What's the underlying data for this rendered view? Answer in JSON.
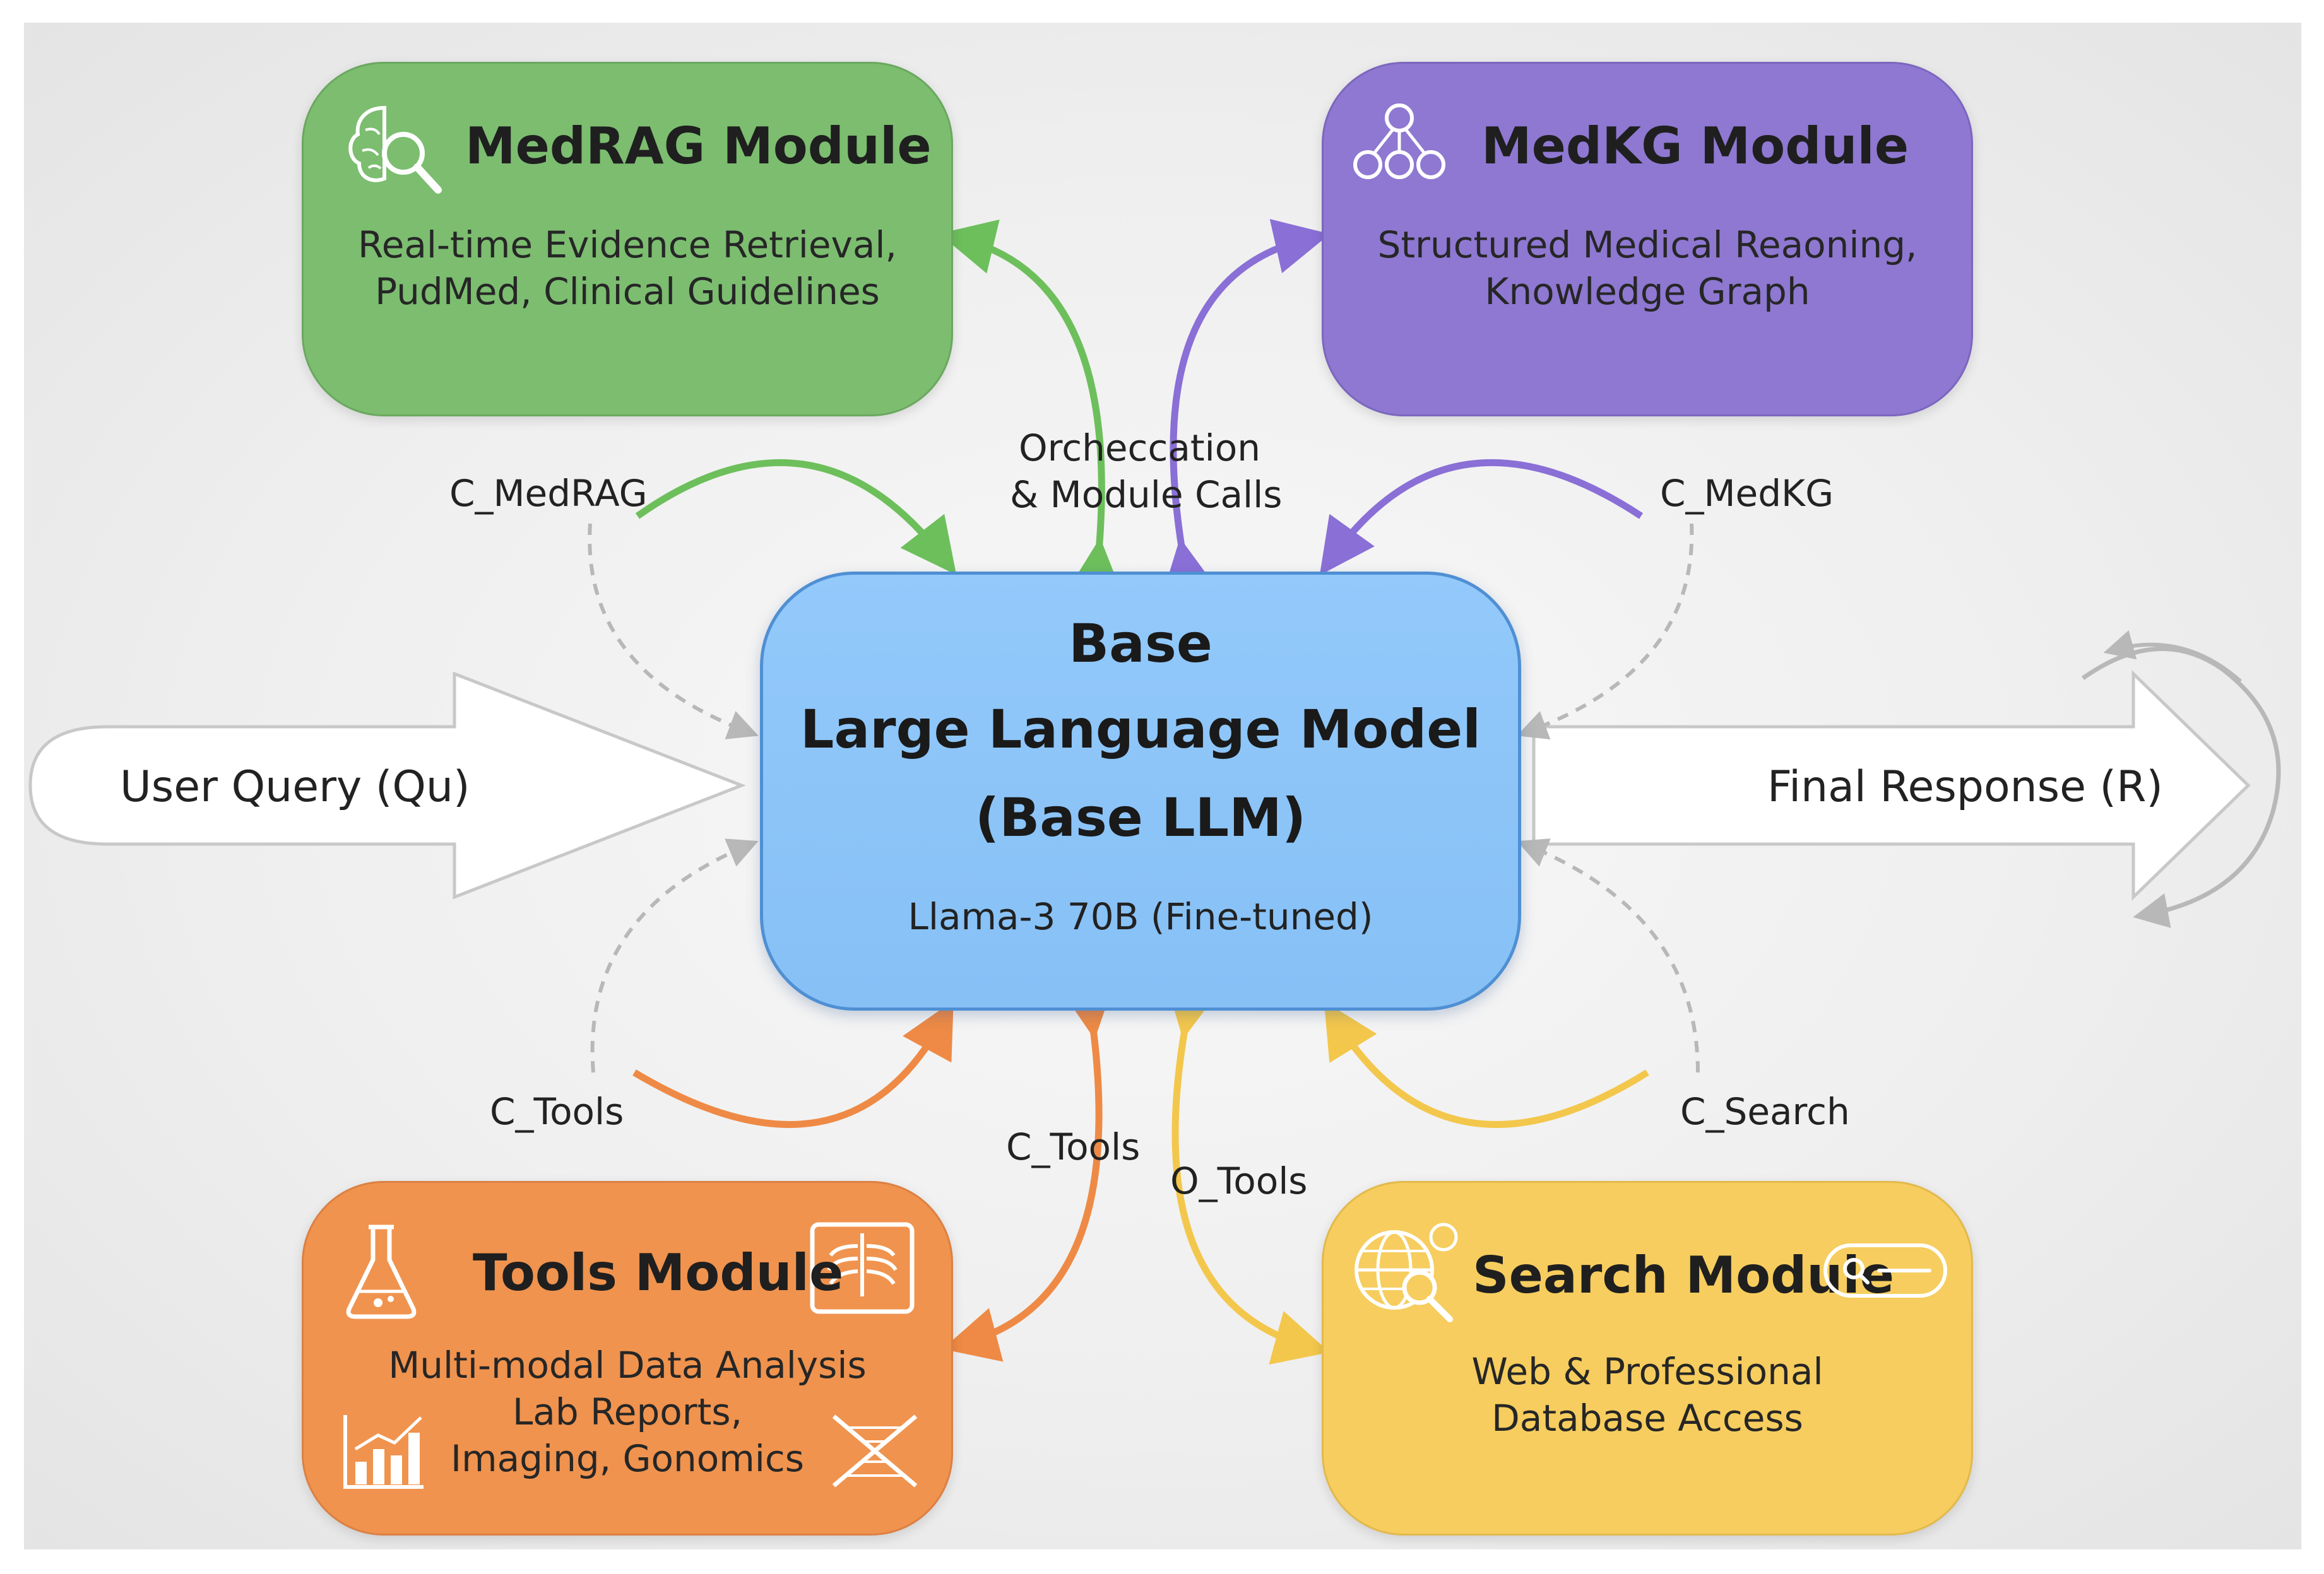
{
  "modules": {
    "medrag": {
      "title": "MedRAG Module",
      "desc_line1": "Real-time Evidence Retrieval,",
      "desc_line2": "PudMed, Clinical Guidelines",
      "icon": "brain-search-icon",
      "color": "#7cbd70"
    },
    "medkg": {
      "title": "MedKG Module",
      "desc_line1": "Structured Medical Reaoning,",
      "desc_line2": "Knowledge Graph",
      "icon": "knowledge-graph-icon",
      "color": "#8e78d1"
    },
    "tools": {
      "title": "Tools Module",
      "desc_line1": "Multi-modal Data Analysis",
      "desc_line2": "Lab Reports,",
      "desc_line3": "Imaging, Gonomics",
      "icons": [
        "flask-icon",
        "xray-icon",
        "bar-chart-icon",
        "dna-icon"
      ],
      "color": "#f0934e"
    },
    "search": {
      "title": "Search Module",
      "desc_line1": "Web & Professional",
      "desc_line2": "Database Access",
      "icons": [
        "globe-search-icon",
        "search-bar-icon"
      ],
      "color": "#f6cd5e"
    }
  },
  "llm": {
    "line1": "Base",
    "line2": "Large Language Model",
    "line3": "(Base LLM)",
    "sub": "Llama-3 70B (Fine-tuned)",
    "color": "#8cc5f8"
  },
  "io": {
    "input": "User Query (Qu)",
    "output": "Final Response (R)"
  },
  "labels": {
    "orchestration_line1": "Orcheccation",
    "orchestration_line2": "& Module Calls",
    "c_medrag": "C_MedRAG",
    "c_medkg": "C_MedKG",
    "c_tools_left": "C_Tools",
    "c_tools_center": "C_Tools",
    "o_tools": "O_Tools",
    "c_search": "C_Search"
  },
  "edge_colors": {
    "medrag": "#6dbf5c",
    "medkg": "#8a6fd6",
    "tools": "#ee8a45",
    "search": "#f3c74c",
    "dashed": "#b8b8b8"
  }
}
